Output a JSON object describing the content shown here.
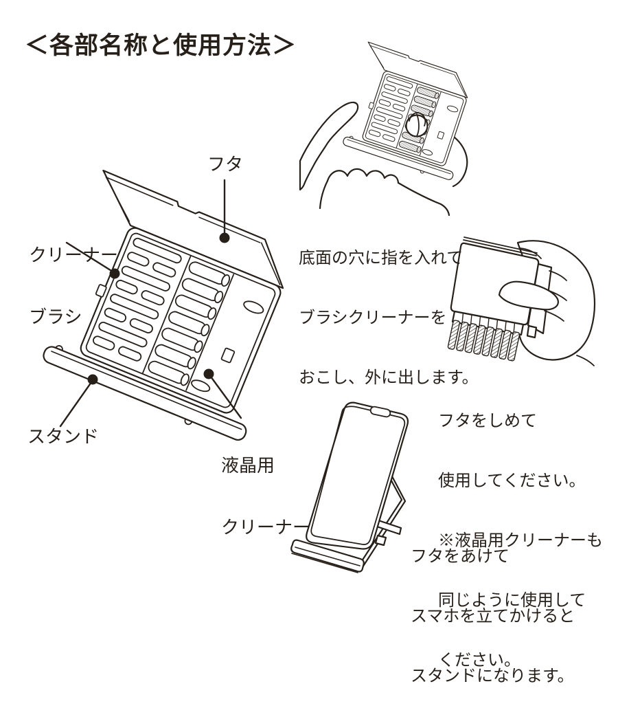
{
  "colors": {
    "ink": "#272019",
    "background": "#ffffff"
  },
  "title": "＜各部名称と使用方法＞",
  "product_labels": {
    "lid": "フタ",
    "cleaner_brush": [
      "クリーナー",
      "ブラシ"
    ],
    "stand": "スタンド",
    "lcd_cleaner": [
      "液晶用",
      "クリーナー"
    ]
  },
  "steps": [
    {
      "lines": [
        "底面の穴に指を入れて",
        "ブラシクリーナーを",
        "おこし、外に出します。"
      ]
    },
    {
      "lines": [
        "フタをしめて",
        "使用してください。",
        "※液晶用クリーナーも",
        "同じように使用して",
        "ください。"
      ]
    },
    {
      "lines": [
        "フタをあけて",
        "スマホを立てかけると",
        "スタンドになります。"
      ]
    }
  ]
}
